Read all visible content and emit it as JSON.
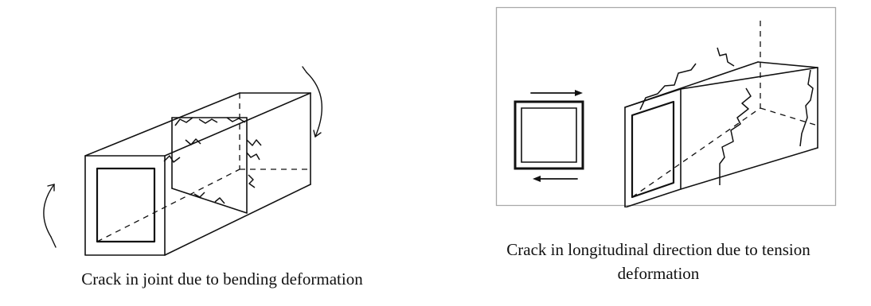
{
  "figures": [
    {
      "id": "bending",
      "caption": "Crack in joint due to bending deformation"
    },
    {
      "id": "tension",
      "caption_line1": "Crack in longitudinal direction due to tension",
      "caption_line2": "deformation",
      "framed": true
    }
  ]
}
